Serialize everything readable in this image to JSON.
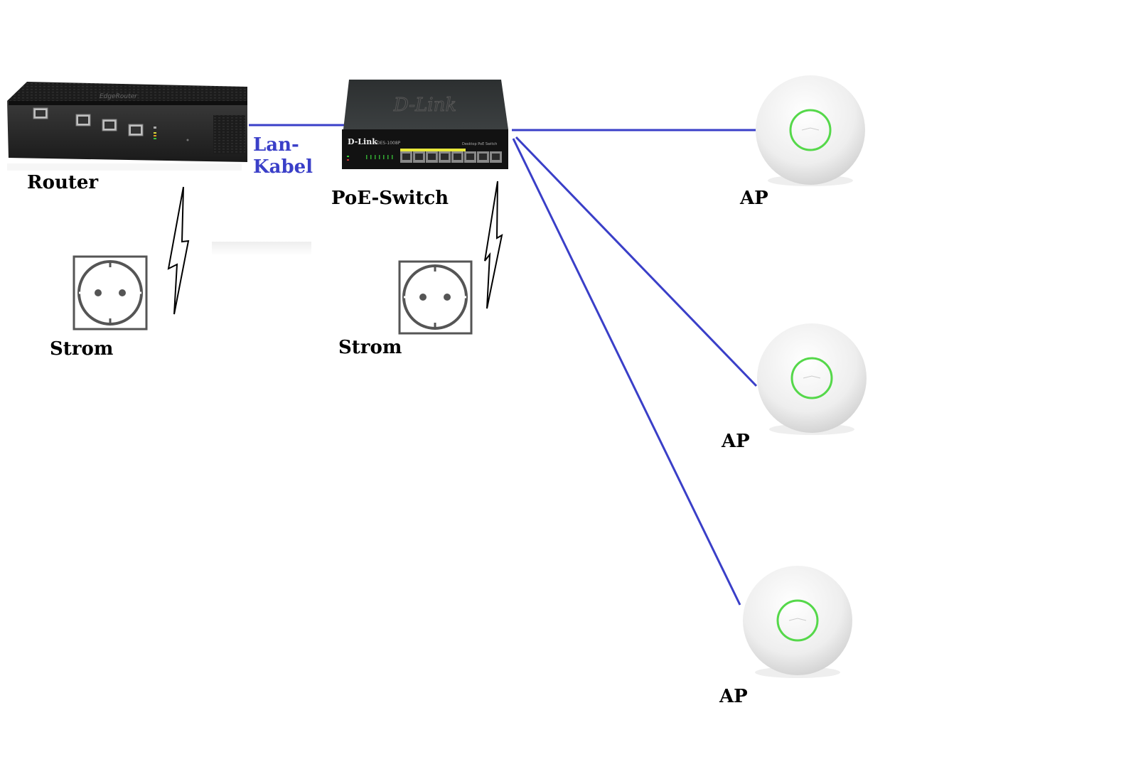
{
  "diagram": {
    "colors": {
      "cable": "#3a3fc8",
      "label": "#000000",
      "cable_label": "#3a3fc8",
      "ap_ring": "#55d84a",
      "outlet": "#555555"
    },
    "nodes": {
      "router": {
        "label": "Router",
        "icon": "router-icon"
      },
      "switch": {
        "label": "PoE-Switch",
        "icon": "switch-icon",
        "brand": "D-Link"
      },
      "outlet_router": {
        "label": "Strom",
        "icon": "power-outlet-icon"
      },
      "outlet_switch": {
        "label": "Strom",
        "icon": "power-outlet-icon"
      },
      "ap1": {
        "label": "AP",
        "icon": "access-point-icon"
      },
      "ap2": {
        "label": "AP",
        "icon": "access-point-icon"
      },
      "ap3": {
        "label": "AP",
        "icon": "access-point-icon"
      }
    },
    "edges": [
      {
        "from": "router",
        "to": "switch",
        "type": "lan-cable",
        "label_line1": "Lan-",
        "label_line2": "Kabel"
      },
      {
        "from": "switch",
        "to": "ap1",
        "type": "lan-cable"
      },
      {
        "from": "switch",
        "to": "ap2",
        "type": "lan-cable"
      },
      {
        "from": "switch",
        "to": "ap3",
        "type": "lan-cable"
      },
      {
        "from": "outlet_router",
        "to": "router",
        "type": "power"
      },
      {
        "from": "outlet_switch",
        "to": "switch",
        "type": "power"
      }
    ]
  }
}
